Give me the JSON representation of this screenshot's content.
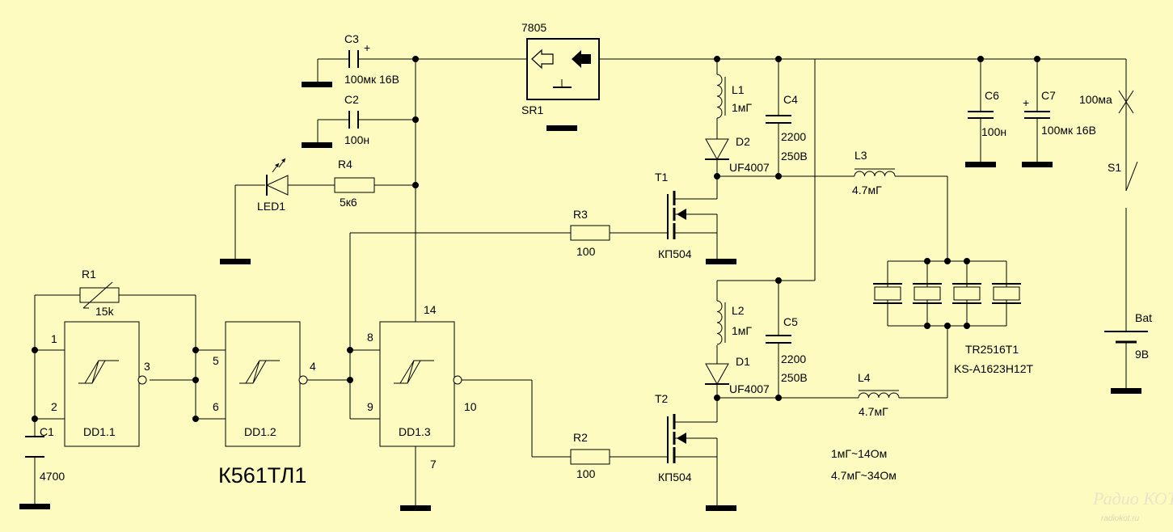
{
  "labels": {
    "reg": "7805",
    "sr1": "SR1",
    "c3": "C3",
    "c3_plus": "+",
    "c3_val": "100мк 16В",
    "c2": "C2",
    "c2_val": "100н",
    "r4": "R4",
    "r4_val": "5к6",
    "led1": "LED1",
    "r3": "R3",
    "r3_val": "100",
    "r2": "R2",
    "r2_val": "100",
    "r1": "R1",
    "r1_val": "15k",
    "c1": "C1",
    "c1_val": "4700",
    "dd11": "DD1.1",
    "dd12": "DD1.2",
    "dd13": "DD1.3",
    "chip": "К561ТЛ1",
    "pin1": "1",
    "pin2": "2",
    "pin3": "3",
    "pin4": "4",
    "pin5": "5",
    "pin6": "6",
    "pin7": "7",
    "pin8": "8",
    "pin9": "9",
    "pin10": "10",
    "pin14": "14",
    "l1": "L1",
    "l1_val": "1мГ",
    "l2": "L2",
    "l2_val": "1мГ",
    "d2": "D2",
    "d2_val": "UF4007",
    "d1": "D1",
    "d1_val": "UF4007",
    "t1": "T1",
    "t1_val": "КП504",
    "t2": "T2",
    "t2_val": "КП504",
    "c4": "C4",
    "c4_val1": "2200",
    "c4_val2": "250В",
    "c5": "C5",
    "c5_val1": "2200",
    "c5_val2": "250В",
    "l3": "L3",
    "l3_val": "4.7мГ",
    "l4": "L4",
    "l4_val": "4.7мГ",
    "tr1": "TR2516T1",
    "tr2": "KS-A1623H12T",
    "c6": "C6",
    "c6_val": "100н",
    "c7": "C7",
    "c7_plus": "+",
    "c7_val": "100мк 16В",
    "fuse": "100ма",
    "s1": "S1",
    "bat": "Bat",
    "bat_val": "9В",
    "note1": "1мГ~14Ом",
    "note2": "4.7мГ~34Ом",
    "wm_logo": "Радио КОТ",
    "wm_url": "radiokot.ru"
  }
}
